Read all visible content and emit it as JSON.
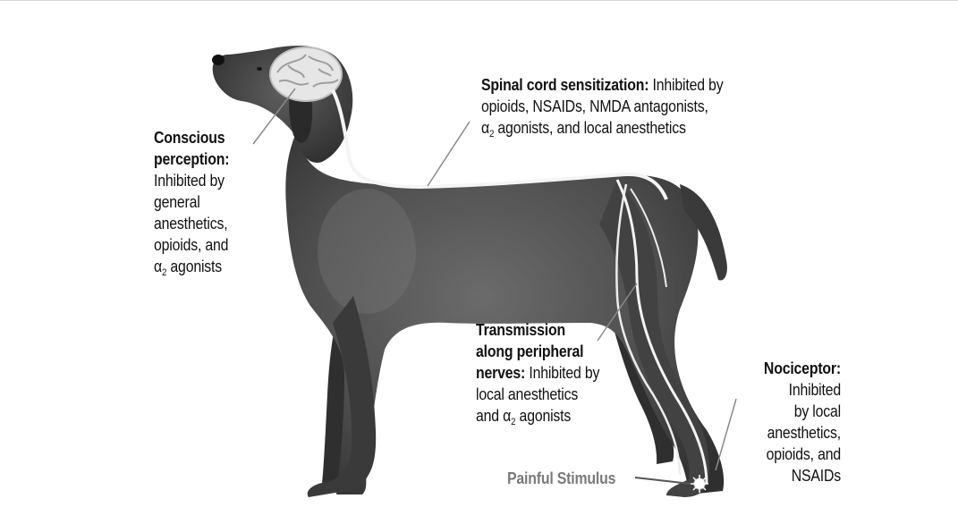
{
  "labels": {
    "conscious": {
      "title": "Conscious perception:",
      "title_line1": "Conscious",
      "title_line2": "perception:",
      "body_lines": [
        "Inhibited by",
        "general",
        "anesthetics,",
        "opioids, and"
      ],
      "alpha_symbol": "α",
      "alpha_sub": "2",
      "alpha_rest": " agonists"
    },
    "spinal": {
      "title": "Spinal cord sensitization:",
      "line1_rest": " Inhibited by",
      "line2": "opioids, NSAIDs, NMDA antagonists,",
      "alpha_symbol": "α",
      "alpha_sub": "2",
      "alpha_rest": " agonists, and local anesthetics"
    },
    "transmission": {
      "title_line1": "Transmission",
      "title_line2": "along peripheral",
      "title_line3": "nerves:",
      "line3_rest": " Inhibited by",
      "line4": "local anesthetics",
      "line5_pre": "and ",
      "alpha_symbol": "α",
      "alpha_sub": "2",
      "alpha_rest": " agonists"
    },
    "nociceptor": {
      "title": "Nociceptor:",
      "body_lines": [
        "Inhibited",
        "by local",
        "anesthetics,",
        "opioids, and",
        "NSAIDs"
      ]
    },
    "painful_stimulus": "Painful Stimulus"
  },
  "colors": {
    "dog_body": "#4a4a4a",
    "dog_dark": "#2e2e2e",
    "nerve": "#f5f5f5",
    "leader_line": "#8a8a8a",
    "text": "#111111",
    "stimulus_text": "#7a7a7a"
  }
}
